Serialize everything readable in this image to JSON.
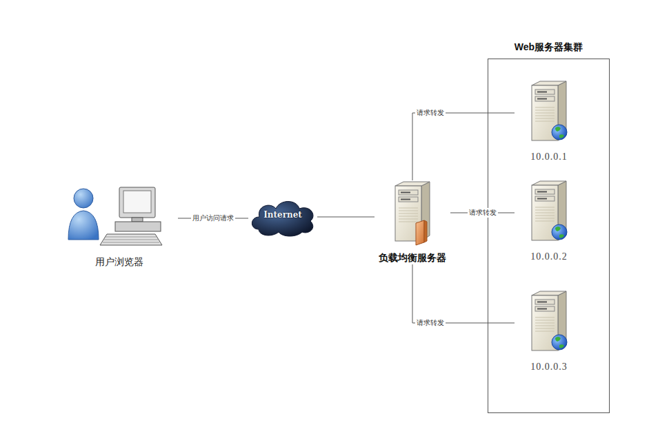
{
  "diagram": {
    "nodes": [
      {
        "text": [
          "用户浏览器"
        ]
      },
      {
        "text": [
          "Internet"
        ]
      },
      {
        "text": [
          "负载均衡服务器"
        ]
      },
      {
        "text": [
          "Web服务器集群"
        ]
      },
      {
        "text": [
          "10.0.0.1"
        ],
        "in": 3
      },
      {
        "text": [
          "10.0.0.2"
        ],
        "in": 3
      },
      {
        "text": [
          "10.0.0.3"
        ],
        "in": 3
      }
    ],
    "edges": [
      {
        "from": 0,
        "to": 1,
        "label": "用户访问请求",
        "arrow": "none"
      },
      {
        "from": 1,
        "to": 2,
        "arrow": "none"
      },
      {
        "from": 2,
        "to": 4,
        "label": "请求转发",
        "arrow": "none"
      },
      {
        "from": 2,
        "to": 5,
        "label": "请求转发",
        "arrow": "none"
      },
      {
        "from": 2,
        "to": 6,
        "label": "请求转发",
        "arrow": "none"
      }
    ]
  }
}
